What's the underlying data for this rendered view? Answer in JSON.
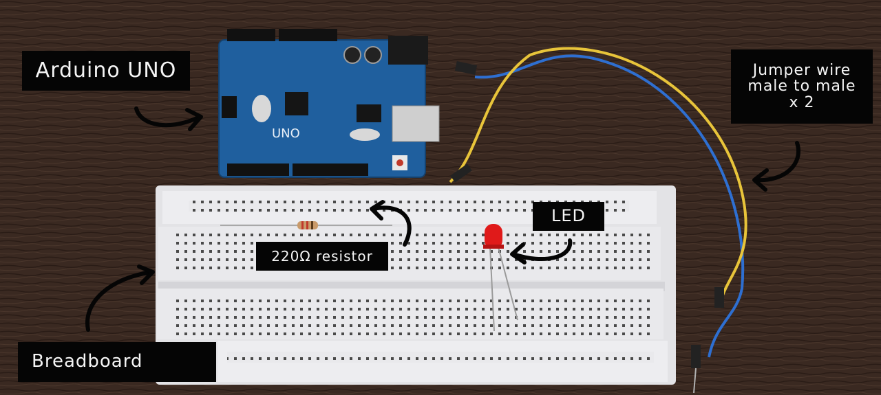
{
  "labels": {
    "arduino": "Arduino UNO",
    "jumper_wire": "Jumper wire\nmale to male\nx 2",
    "led": "LED",
    "resistor": "220Ω resistor",
    "breadboard": "Breadboard"
  },
  "board_markings": {
    "uno": "UNO"
  },
  "colors": {
    "table": "#3b2a22",
    "board": "#1f5f9e",
    "breadboard": "#e9e9ec",
    "led": "#e01a1a",
    "wire_yellow": "#e8c43a",
    "wire_blue": "#2e6fd1",
    "label_bg": "#050505",
    "label_text": "#f5f5f5"
  },
  "icons": [
    "curved-arrow-icon"
  ]
}
